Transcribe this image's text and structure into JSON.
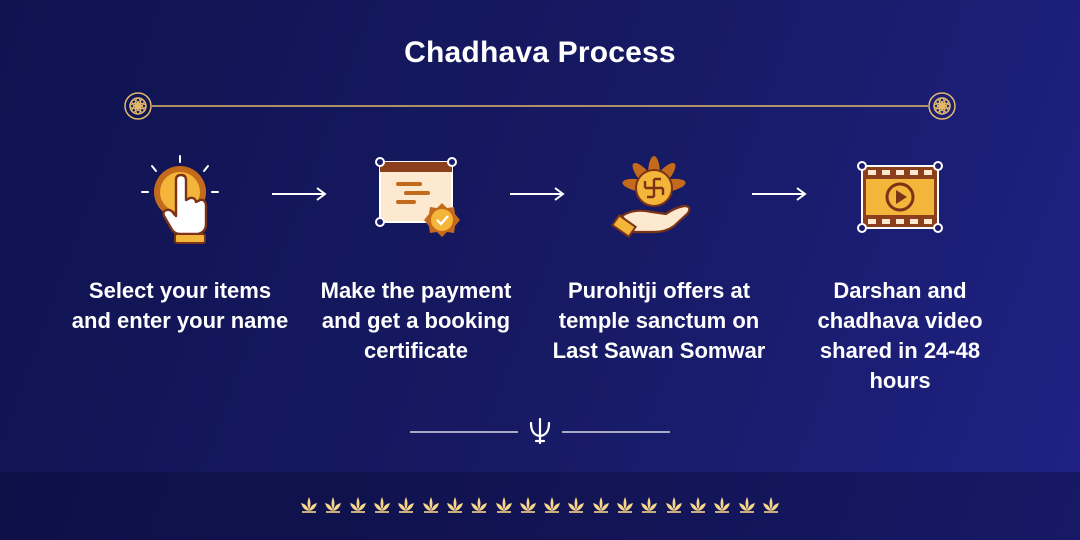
{
  "title": "Chadhava Process",
  "steps": [
    {
      "text": "Select your items and enter your name",
      "icon": "tap-hand-icon"
    },
    {
      "text": "Make the payment and get a booking certificate",
      "icon": "certificate-icon"
    },
    {
      "text": "Purohitji offers at temple sanctum on Last Sawan Somwar",
      "icon": "offering-hand-icon"
    },
    {
      "text": "Darshan and chadhava video shared in 24-48 hours",
      "icon": "video-play-icon"
    }
  ],
  "colors": {
    "background_start": "#0f1350",
    "background_end": "#1f2284",
    "gold": "#f4b63a",
    "gold_light": "#f7d58a",
    "brown": "#8b3f1c",
    "text": "#ffffff"
  }
}
